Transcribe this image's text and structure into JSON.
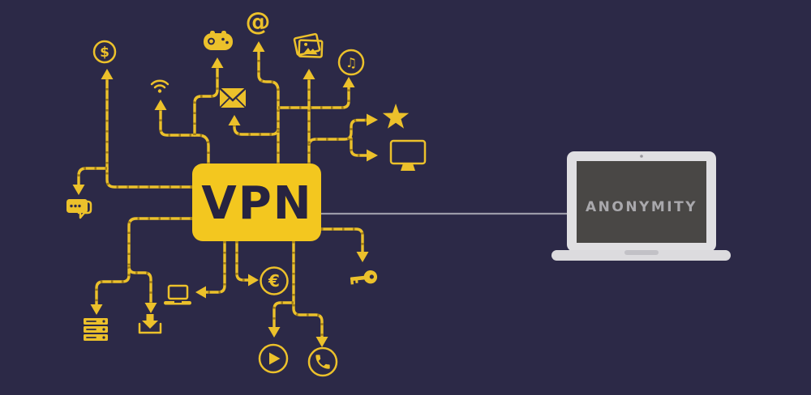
{
  "scene": {
    "description": "VPN hub illustration with stitched yellow connector lines radiating to internet-activity icons, and a gray line to a laptop labeled ANONYMITY"
  },
  "colors": {
    "background": "#2c2947",
    "yellow": "#ecc12b",
    "tick": "#8f6d13",
    "box_yellow": "#f3c71f",
    "box_text": "#272340",
    "gray_line": "#9b9aa8",
    "laptop_body": "#e0dfe2",
    "laptop_screen": "#494745",
    "laptop_base": "#dcdbde",
    "laptop_notch": "#c2c1c6",
    "laptop_camera": "#98979d",
    "laptop_text": "#a9a8ac"
  },
  "vpn_box": {
    "label": "VPN"
  },
  "laptop": {
    "screen_label": "ANONYMITY"
  },
  "glyphs": {
    "dollar": "$",
    "at": "@",
    "music_note": "♫",
    "euro": "€"
  },
  "icons": [
    "dollar-icon",
    "chat-icon",
    "wifi-icon",
    "gamepad-icon",
    "email-icon",
    "at-sign-icon",
    "photos-icon",
    "music-icon",
    "star-icon",
    "monitor-icon",
    "laptop-icon",
    "euro-icon",
    "key-icon",
    "server-icon",
    "download-icon",
    "play-icon",
    "phone-icon"
  ],
  "diagram": {
    "hub": "VPN",
    "spokes": [
      {
        "to": "dollar",
        "line": "stitched-yellow",
        "arrow": true
      },
      {
        "to": "chat",
        "line": "stitched-yellow",
        "arrow": true
      },
      {
        "to": "wifi",
        "line": "stitched-yellow",
        "arrow": true
      },
      {
        "to": "gamepad",
        "line": "stitched-yellow",
        "arrow": true
      },
      {
        "to": "email",
        "line": "stitched-yellow",
        "arrow": true
      },
      {
        "to": "at-sign",
        "line": "stitched-yellow",
        "arrow": true
      },
      {
        "to": "photos",
        "line": "stitched-yellow",
        "arrow": true
      },
      {
        "to": "music",
        "line": "stitched-yellow",
        "arrow": true
      },
      {
        "to": "star",
        "line": "stitched-yellow",
        "arrow": true
      },
      {
        "to": "monitor",
        "line": "stitched-yellow",
        "arrow": true
      },
      {
        "to": "laptop-small",
        "line": "stitched-yellow",
        "arrow": true
      },
      {
        "to": "euro",
        "line": "stitched-yellow",
        "arrow": true
      },
      {
        "to": "key",
        "line": "stitched-yellow",
        "arrow": true
      },
      {
        "to": "server",
        "line": "stitched-yellow",
        "arrow": true
      },
      {
        "to": "download",
        "line": "stitched-yellow",
        "arrow": true
      },
      {
        "to": "play",
        "line": "stitched-yellow",
        "arrow": true
      },
      {
        "to": "phone",
        "line": "stitched-yellow",
        "arrow": true
      },
      {
        "to": "anonymity-laptop",
        "line": "solid-gray",
        "arrow": false
      }
    ]
  }
}
